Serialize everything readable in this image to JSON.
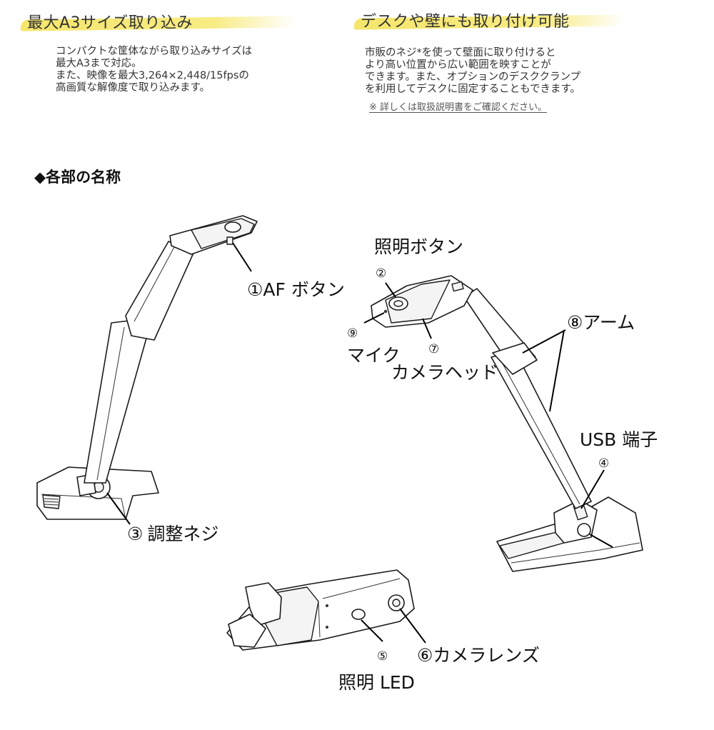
{
  "features": {
    "left": {
      "heading": "最大A3サイズ取り込み",
      "lines": [
        "コンパクトな筐体ながら取り込みサイズは",
        "最大A3まで対応。",
        "また、映像を最大3,264×2,448/15fpsの",
        "高画質な解像度で取り込みます。"
      ]
    },
    "right": {
      "heading": "デスクや壁にも取り付け可能",
      "lines": [
        "市販のネジ*を使って壁面に取り付けると",
        "より高い位置から広い範囲を映すことが",
        "できます。また、オプションのデスククランプ",
        "を利用してデスクに固定することもできます。"
      ],
      "note": "※ 詳しくは取扱説明書をご確認ください。"
    }
  },
  "section_title": "◆各部の名称",
  "parts": {
    "af_button": {
      "num": "①",
      "name": "AF ボタン"
    },
    "light_button": {
      "num": "②",
      "name": "照明ボタン"
    },
    "adjust_screw": {
      "num": "③",
      "name": "調整ネジ"
    },
    "usb_port": {
      "num": "④",
      "name": "USB 端子"
    },
    "light_led": {
      "num": "⑤",
      "name": "照明 LED"
    },
    "camera_lens": {
      "num": "⑥",
      "name": "カメラレンズ"
    },
    "camera_head": {
      "num": "⑦",
      "name": "カメラヘッド"
    },
    "arm": {
      "num": "⑧",
      "name": "アーム"
    },
    "mic": {
      "num": "⑨",
      "name": "マイク"
    }
  }
}
